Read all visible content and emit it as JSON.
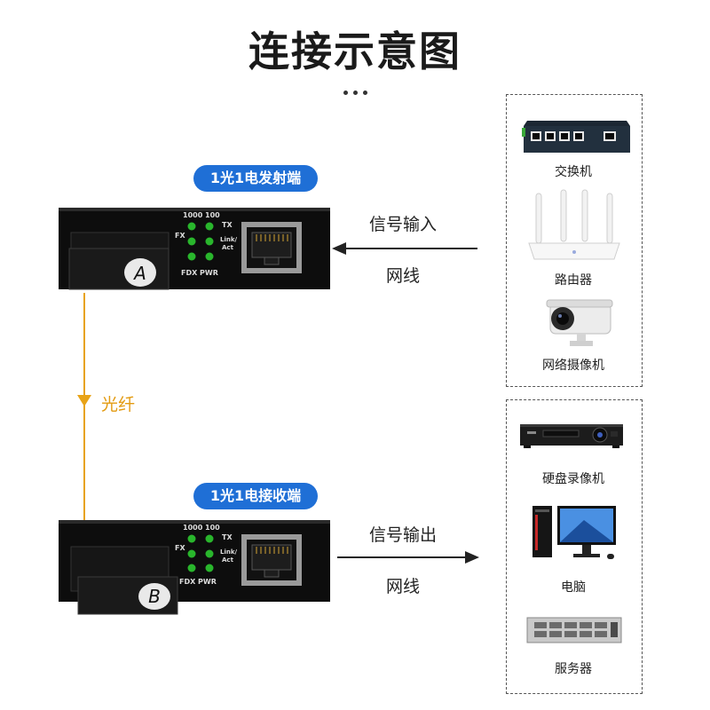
{
  "title": "连接示意图",
  "transmitter": {
    "label": "1光1电发射端",
    "badge": "A"
  },
  "receiver": {
    "label": "1光1电接收端",
    "badge": "B"
  },
  "fiber_label": "光纤",
  "input_arrow": {
    "top": "信号输入",
    "bottom": "网线"
  },
  "output_arrow": {
    "top": "信号输出",
    "bottom": "网线"
  },
  "led_text": {
    "speed": "1000 100",
    "tx": "TX",
    "fx": "FX",
    "link": "Link/",
    "act": "Act",
    "bottom": "FDX PWR"
  },
  "input_devices": [
    {
      "name": "交换机",
      "icon": "network-switch-icon"
    },
    {
      "name": "路由器",
      "icon": "router-icon"
    },
    {
      "name": "网络摄像机",
      "icon": "ip-camera-icon"
    }
  ],
  "output_devices": [
    {
      "name": "硬盘录像机",
      "icon": "nvr-icon"
    },
    {
      "name": "电脑",
      "icon": "desktop-computer-icon"
    },
    {
      "name": "服务器",
      "icon": "rack-server-icon"
    }
  ],
  "colors": {
    "accent_blue": "#1f6fd6",
    "fiber_orange": "#e8a317",
    "led_green": "#29b62c"
  }
}
